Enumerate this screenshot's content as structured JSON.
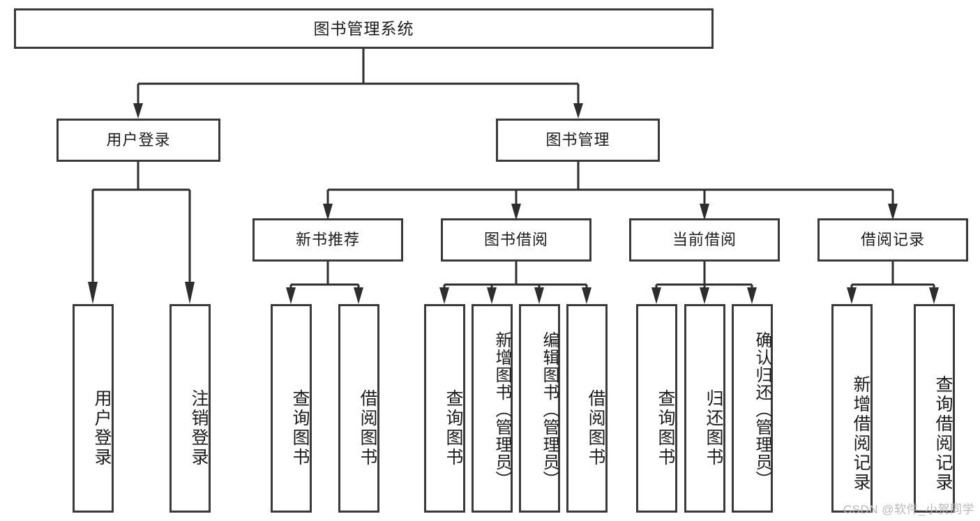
{
  "diagram": {
    "title": "图书管理系统",
    "type": "tree",
    "watermark": "CSDN @软件_小贺同学",
    "colors": {
      "border": "#3a3a3a",
      "line": "#2d2d2d",
      "text": "#1b1b1b",
      "background": "#ffffff",
      "watermark": "#b9b9b9"
    },
    "root": {
      "label": "图书管理系统"
    },
    "level2": [
      {
        "label": "用户登录"
      },
      {
        "label": "图书管理"
      }
    ],
    "level3": [
      {
        "label": "新书推荐"
      },
      {
        "label": "图书借阅"
      },
      {
        "label": "当前借阅"
      },
      {
        "label": "借阅记录"
      }
    ],
    "leaves": {
      "user_login": [
        {
          "label": "用户登录"
        },
        {
          "label": "注销登录"
        }
      ],
      "new_book_recommend": [
        {
          "label": "查询图书"
        },
        {
          "label": "借阅图书"
        }
      ],
      "book_borrow": [
        {
          "label": "查询图书"
        },
        {
          "label": "新增图书（管理员）"
        },
        {
          "label": "编辑图书（管理员）"
        },
        {
          "label": "借阅图书"
        }
      ],
      "current_borrow": [
        {
          "label": "查询图书"
        },
        {
          "label": "归还图书"
        },
        {
          "label": "确认归还（管理员）"
        }
      ],
      "borrow_record": [
        {
          "label": "新增借阅记录"
        },
        {
          "label": "查询借阅记录"
        }
      ]
    }
  }
}
